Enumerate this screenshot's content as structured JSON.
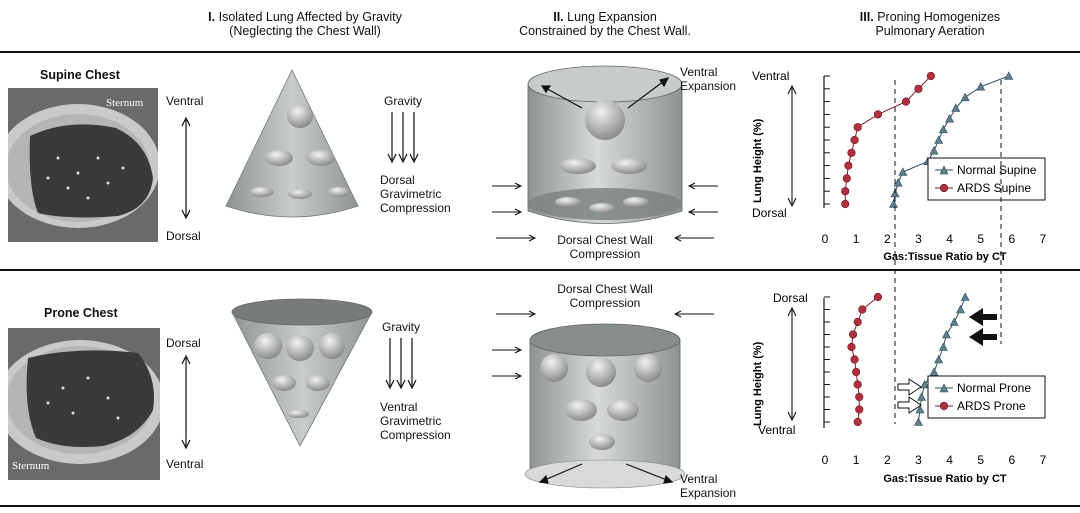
{
  "headers": {
    "col1_num": "I.",
    "col1_line1": "Isolated Lung Affected by Gravity",
    "col1_line2": "(Neglecting the Chest Wall)",
    "col2_num": "II.",
    "col2_line1": "Lung Expansion",
    "col2_line2": "Constrained by the Chest Wall.",
    "col3_num": "III.",
    "col3_line1": "Proning Homogenizes",
    "col3_line2": "Pulmonary Aeration"
  },
  "supine": {
    "title": "Supine Chest",
    "ct_label": "Sternum",
    "top_label": "Ventral",
    "bottom_label": "Dorsal",
    "gravity_label": "Gravity",
    "compression_lines": [
      "Dorsal",
      "Gravimetric",
      "Compression"
    ],
    "expansion_lines": [
      "Ventral",
      "Expansion"
    ],
    "chest_wall_lines": [
      "Dorsal Chest Wall",
      "Compression"
    ]
  },
  "prone": {
    "title": "Prone Chest",
    "ct_label": "Sternum",
    "top_label": "Dorsal",
    "bottom_label": "Ventral",
    "gravity_label": "Gravity",
    "compression_lines": [
      "Ventral",
      "Gravimetric",
      "Compression"
    ],
    "chest_wall_lines": [
      "Dorsal Chest Wall",
      "Compression"
    ],
    "expansion_lines": [
      "Ventral",
      "Expansion"
    ]
  },
  "chart_data": [
    {
      "type": "line",
      "xlabel": "Gas:Tissue Ratio by CT",
      "ylabel": "Lung Height (%)",
      "ytop": "Ventral",
      "ybottom": "Dorsal",
      "xlim": [
        0,
        7
      ],
      "xticks": [
        "0",
        "1",
        "2",
        "3",
        "4",
        "5",
        "6",
        "7"
      ],
      "legend": "right",
      "series": [
        {
          "name": "Normal Supine",
          "marker": "triangle",
          "x": [
            5.9,
            5.0,
            4.5,
            4.2,
            4.0,
            3.8,
            3.65,
            3.5,
            3.3,
            2.5,
            2.35,
            2.25,
            2.2
          ]
        },
        {
          "name": "ARDS Supine",
          "marker": "circle",
          "x": [
            3.4,
            3.0,
            2.6,
            1.7,
            1.05,
            0.95,
            0.85,
            0.75,
            0.7,
            0.65,
            0.65
          ]
        }
      ]
    },
    {
      "type": "line",
      "xlabel": "Gas:Tissue Ratio by CT",
      "ylabel": "Lung Height (%)",
      "ytop": "Dorsal",
      "ybottom": "Ventral",
      "xlim": [
        0,
        7
      ],
      "xticks": [
        "0",
        "1",
        "2",
        "3",
        "4",
        "5",
        "6",
        "7"
      ],
      "legend": "right",
      "series": [
        {
          "name": "Normal Prone",
          "marker": "triangle",
          "x": [
            4.5,
            4.35,
            4.15,
            3.9,
            3.8,
            3.65,
            3.5,
            3.2,
            3.1,
            3.05,
            3.0
          ]
        },
        {
          "name": "ARDS Prone",
          "marker": "circle",
          "x": [
            1.7,
            1.2,
            1.05,
            0.9,
            0.85,
            0.95,
            1.0,
            1.05,
            1.1,
            1.1,
            1.05
          ]
        }
      ]
    }
  ]
}
